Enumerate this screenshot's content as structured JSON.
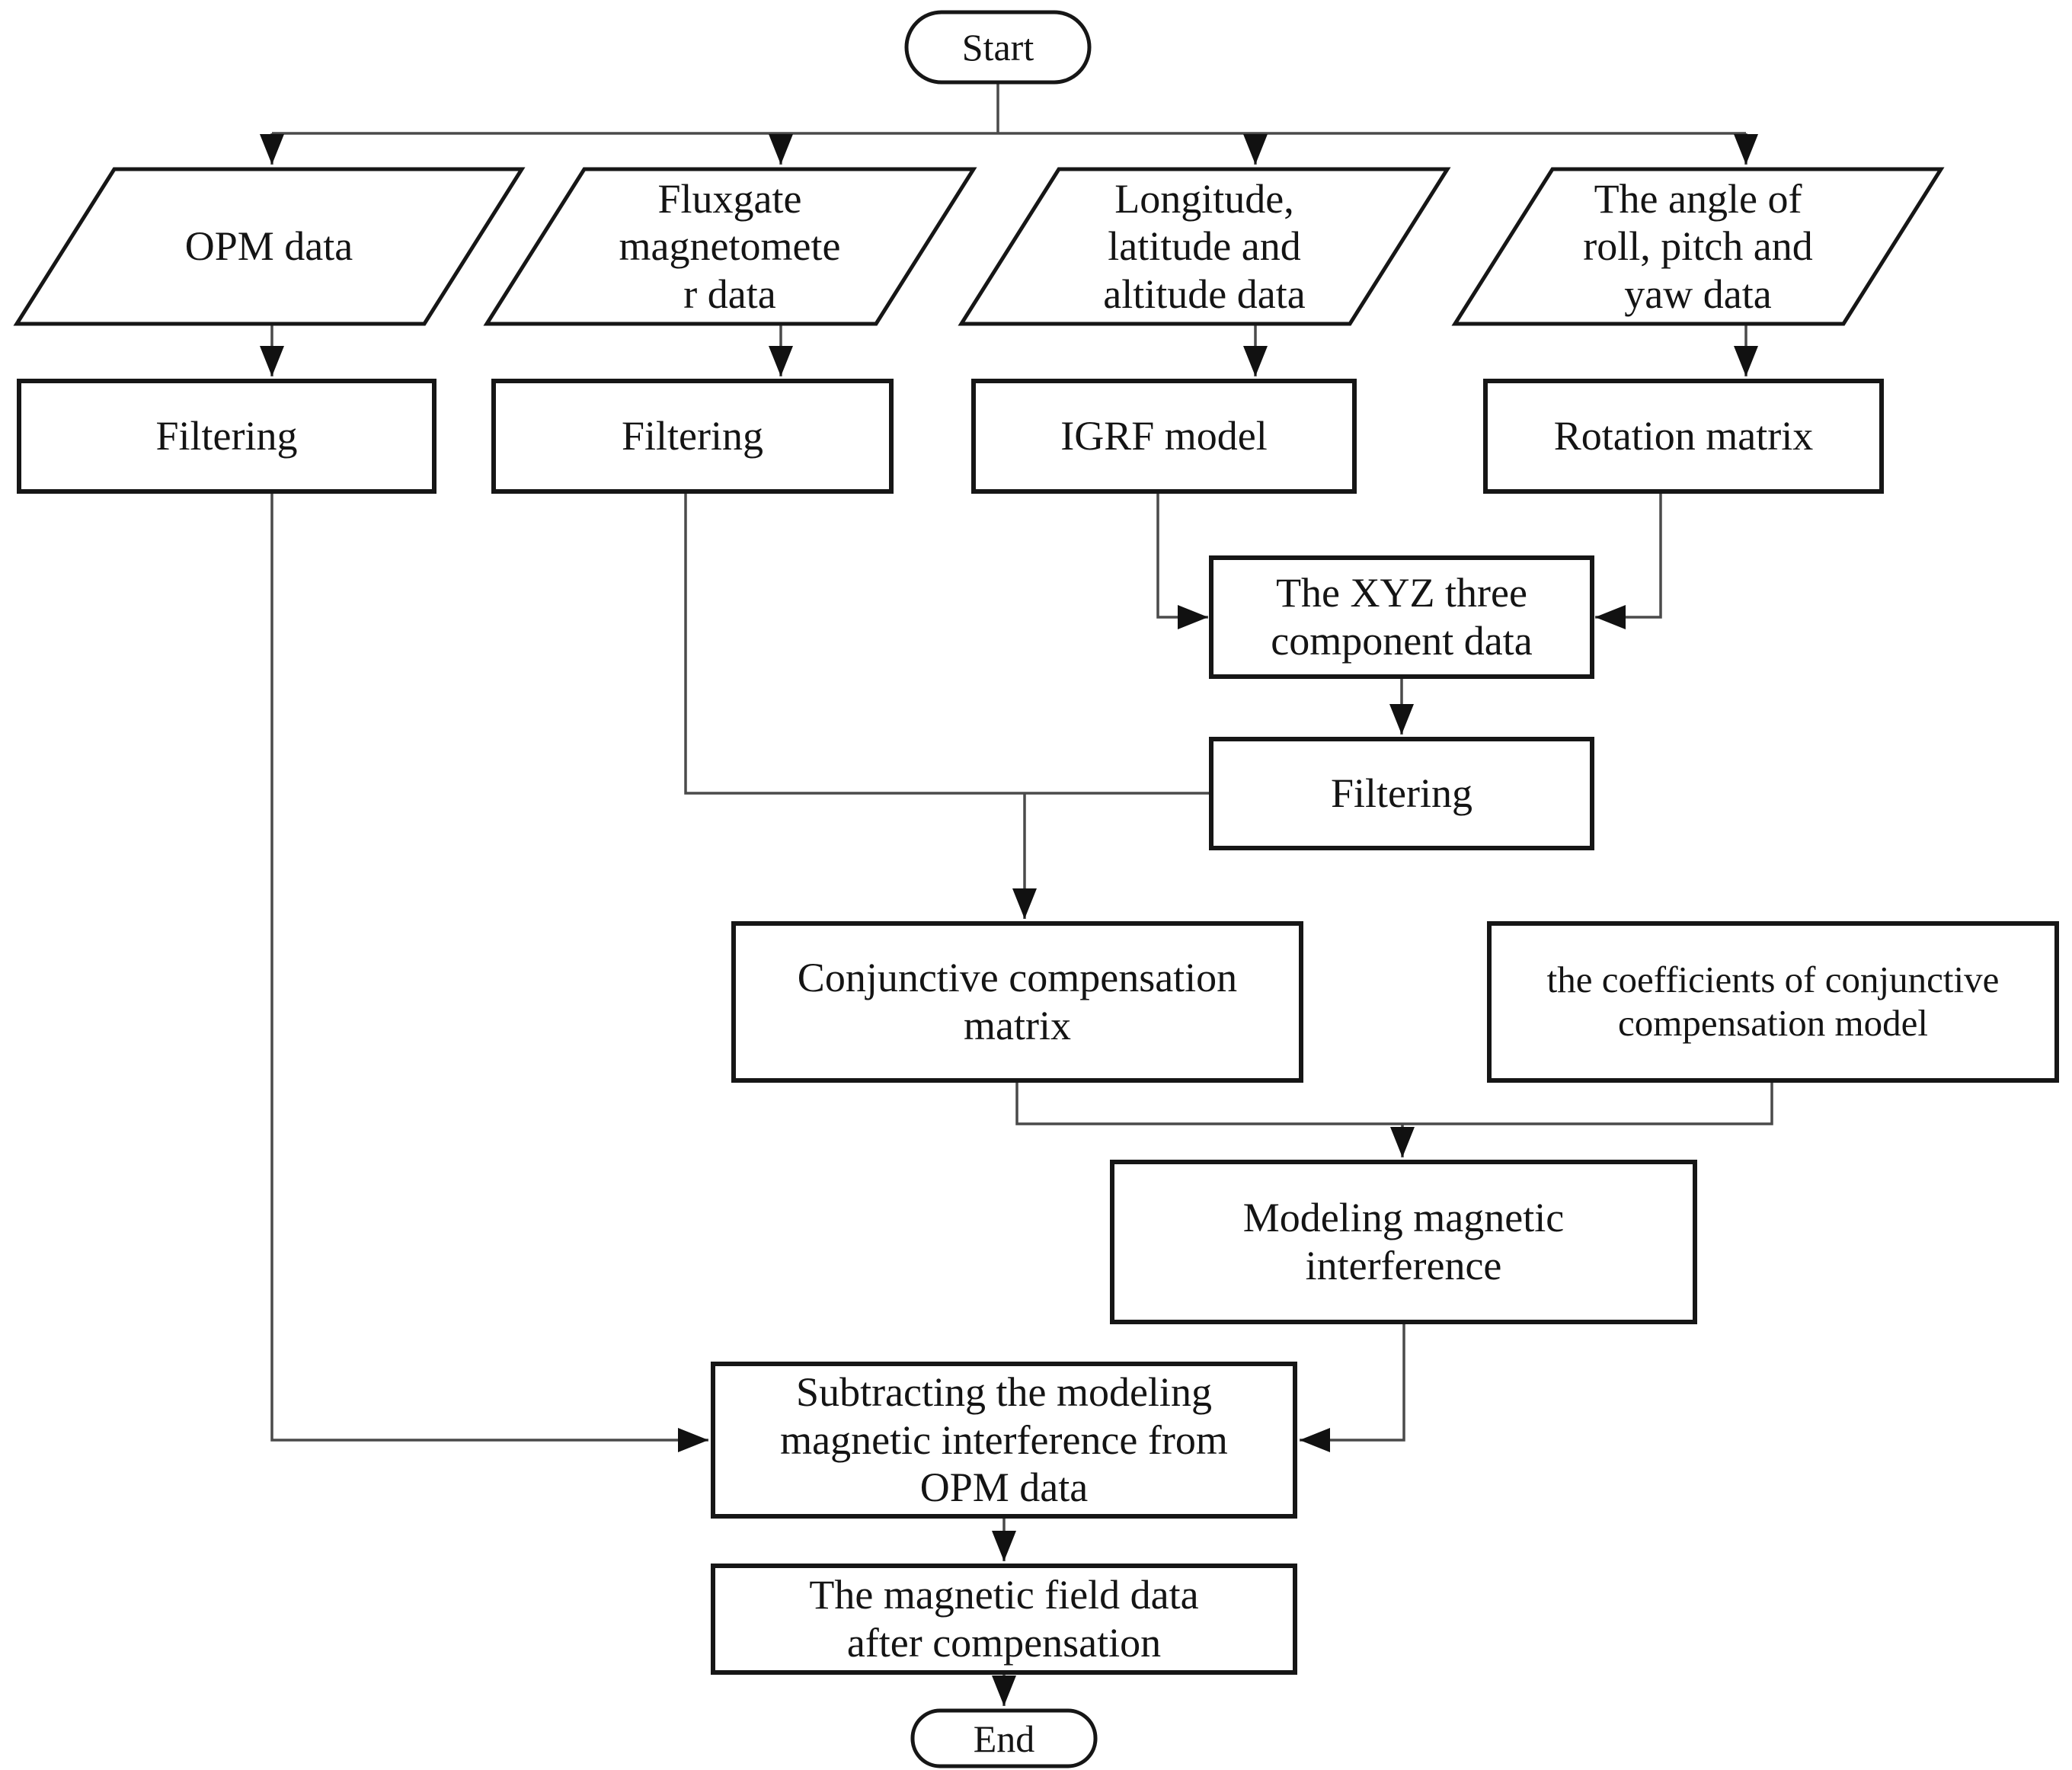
{
  "diagram": {
    "type": "flowchart",
    "colors": {
      "background": "#ffffff",
      "shape_fill": "#ffffff",
      "shape_stroke": "#161616",
      "connector": "#4a4a4a",
      "text": "#141414"
    },
    "nodes": {
      "start": {
        "label": "Start",
        "shape": "terminator"
      },
      "opm_data": {
        "label": "OPM data",
        "shape": "parallelogram"
      },
      "fluxgate_data": {
        "label": "Fluxgate\nmagnetomete\nr data",
        "shape": "parallelogram"
      },
      "geo_data": {
        "label": "Longitude,\nlatitude and\naltitude data",
        "shape": "parallelogram"
      },
      "attitude_data": {
        "label": "The angle of\nroll, pitch and\nyaw data",
        "shape": "parallelogram"
      },
      "filtering_opm": {
        "label": "Filtering",
        "shape": "process"
      },
      "filtering_fluxgate": {
        "label": "Filtering",
        "shape": "process"
      },
      "igrf_model": {
        "label": "IGRF model",
        "shape": "process"
      },
      "rotation_matrix": {
        "label": "Rotation matrix",
        "shape": "process"
      },
      "xyz_components": {
        "label": "The XYZ three\ncomponent data",
        "shape": "process"
      },
      "filtering_xyz": {
        "label": "Filtering",
        "shape": "process"
      },
      "conjunctive_matrix": {
        "label": "Conjunctive compensation\nmatrix",
        "shape": "process"
      },
      "conjunctive_coeffs": {
        "label": "the coefficients of  conjunctive\ncompensation model",
        "shape": "process"
      },
      "modeling_interference": {
        "label": "Modeling magnetic\ninterference",
        "shape": "process"
      },
      "subtracting": {
        "label": "Subtracting the modeling\nmagnetic interference from\nOPM data",
        "shape": "process"
      },
      "compensated_data": {
        "label": "The magnetic field data\nafter compensation",
        "shape": "process"
      },
      "end": {
        "label": "End",
        "shape": "terminator"
      }
    },
    "edges": [
      {
        "from": "start",
        "to": "opm_data"
      },
      {
        "from": "start",
        "to": "fluxgate_data"
      },
      {
        "from": "start",
        "to": "geo_data"
      },
      {
        "from": "start",
        "to": "attitude_data"
      },
      {
        "from": "opm_data",
        "to": "filtering_opm"
      },
      {
        "from": "fluxgate_data",
        "to": "filtering_fluxgate"
      },
      {
        "from": "geo_data",
        "to": "igrf_model"
      },
      {
        "from": "attitude_data",
        "to": "rotation_matrix"
      },
      {
        "from": "igrf_model",
        "to": "xyz_components"
      },
      {
        "from": "rotation_matrix",
        "to": "xyz_components"
      },
      {
        "from": "xyz_components",
        "to": "filtering_xyz"
      },
      {
        "from": "filtering_fluxgate",
        "to": "filtering_xyz"
      },
      {
        "from": "filtering_fluxgate",
        "to": "conjunctive_matrix"
      },
      {
        "from": "conjunctive_matrix",
        "to": "modeling_interference"
      },
      {
        "from": "conjunctive_coeffs",
        "to": "modeling_interference"
      },
      {
        "from": "modeling_interference",
        "to": "subtracting"
      },
      {
        "from": "filtering_opm",
        "to": "subtracting"
      },
      {
        "from": "subtracting",
        "to": "compensated_data"
      },
      {
        "from": "compensated_data",
        "to": "end"
      }
    ]
  }
}
